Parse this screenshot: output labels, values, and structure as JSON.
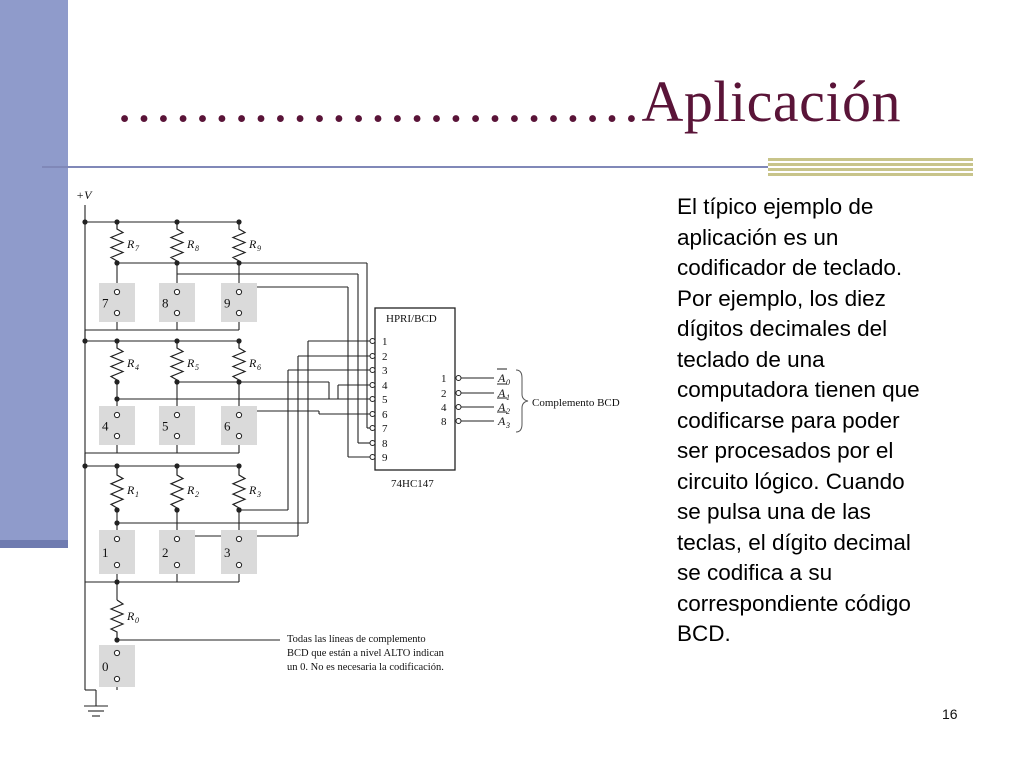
{
  "slide": {
    "title": "………………………Aplicación",
    "body": "El típico ejemplo de aplicación es un codificador de teclado. Por ejemplo, los diez dígitos decimales del teclado de una computadora tienen que codificarse para poder ser procesados por el circuito lógico. Cuando se pulsa una de las teclas, el dígito decimal se codifica a su correspondiente código BCD.",
    "page_number": "16"
  },
  "diagram": {
    "supply_label": "+V",
    "chip_name": "HPRI/BCD",
    "chip_part": "74HC147",
    "chip_inputs": [
      "1",
      "2",
      "3",
      "4",
      "5",
      "6",
      "7",
      "8",
      "9"
    ],
    "chip_outputs": [
      "1",
      "2",
      "4",
      "8"
    ],
    "output_signals": [
      "A",
      "A",
      "A",
      "A"
    ],
    "output_subscripts": [
      "0",
      "1",
      "2",
      "3"
    ],
    "brace_label": "Complemento BCD",
    "resistors": {
      "r7": "R",
      "r8": "R",
      "r9": "R",
      "r4": "R",
      "r5": "R",
      "r6": "R",
      "r1": "R",
      "r2": "R",
      "r3": "R",
      "r0": "R"
    },
    "resistor_subscripts": {
      "r7": "7",
      "r8": "8",
      "r9": "9",
      "r4": "4",
      "r5": "5",
      "r6": "6",
      "r1": "1",
      "r2": "2",
      "r3": "3",
      "r0": "0"
    },
    "keys": {
      "k7": "7",
      "k8": "8",
      "k9": "9",
      "k4": "4",
      "k5": "5",
      "k6": "6",
      "k1": "1",
      "k2": "2",
      "k3": "3",
      "k0": "0"
    },
    "note_lines": [
      "Todas las líneas de complemento",
      "BCD que están a nivel ALTO indican",
      "un 0. No es necesaria la codificación."
    ]
  }
}
